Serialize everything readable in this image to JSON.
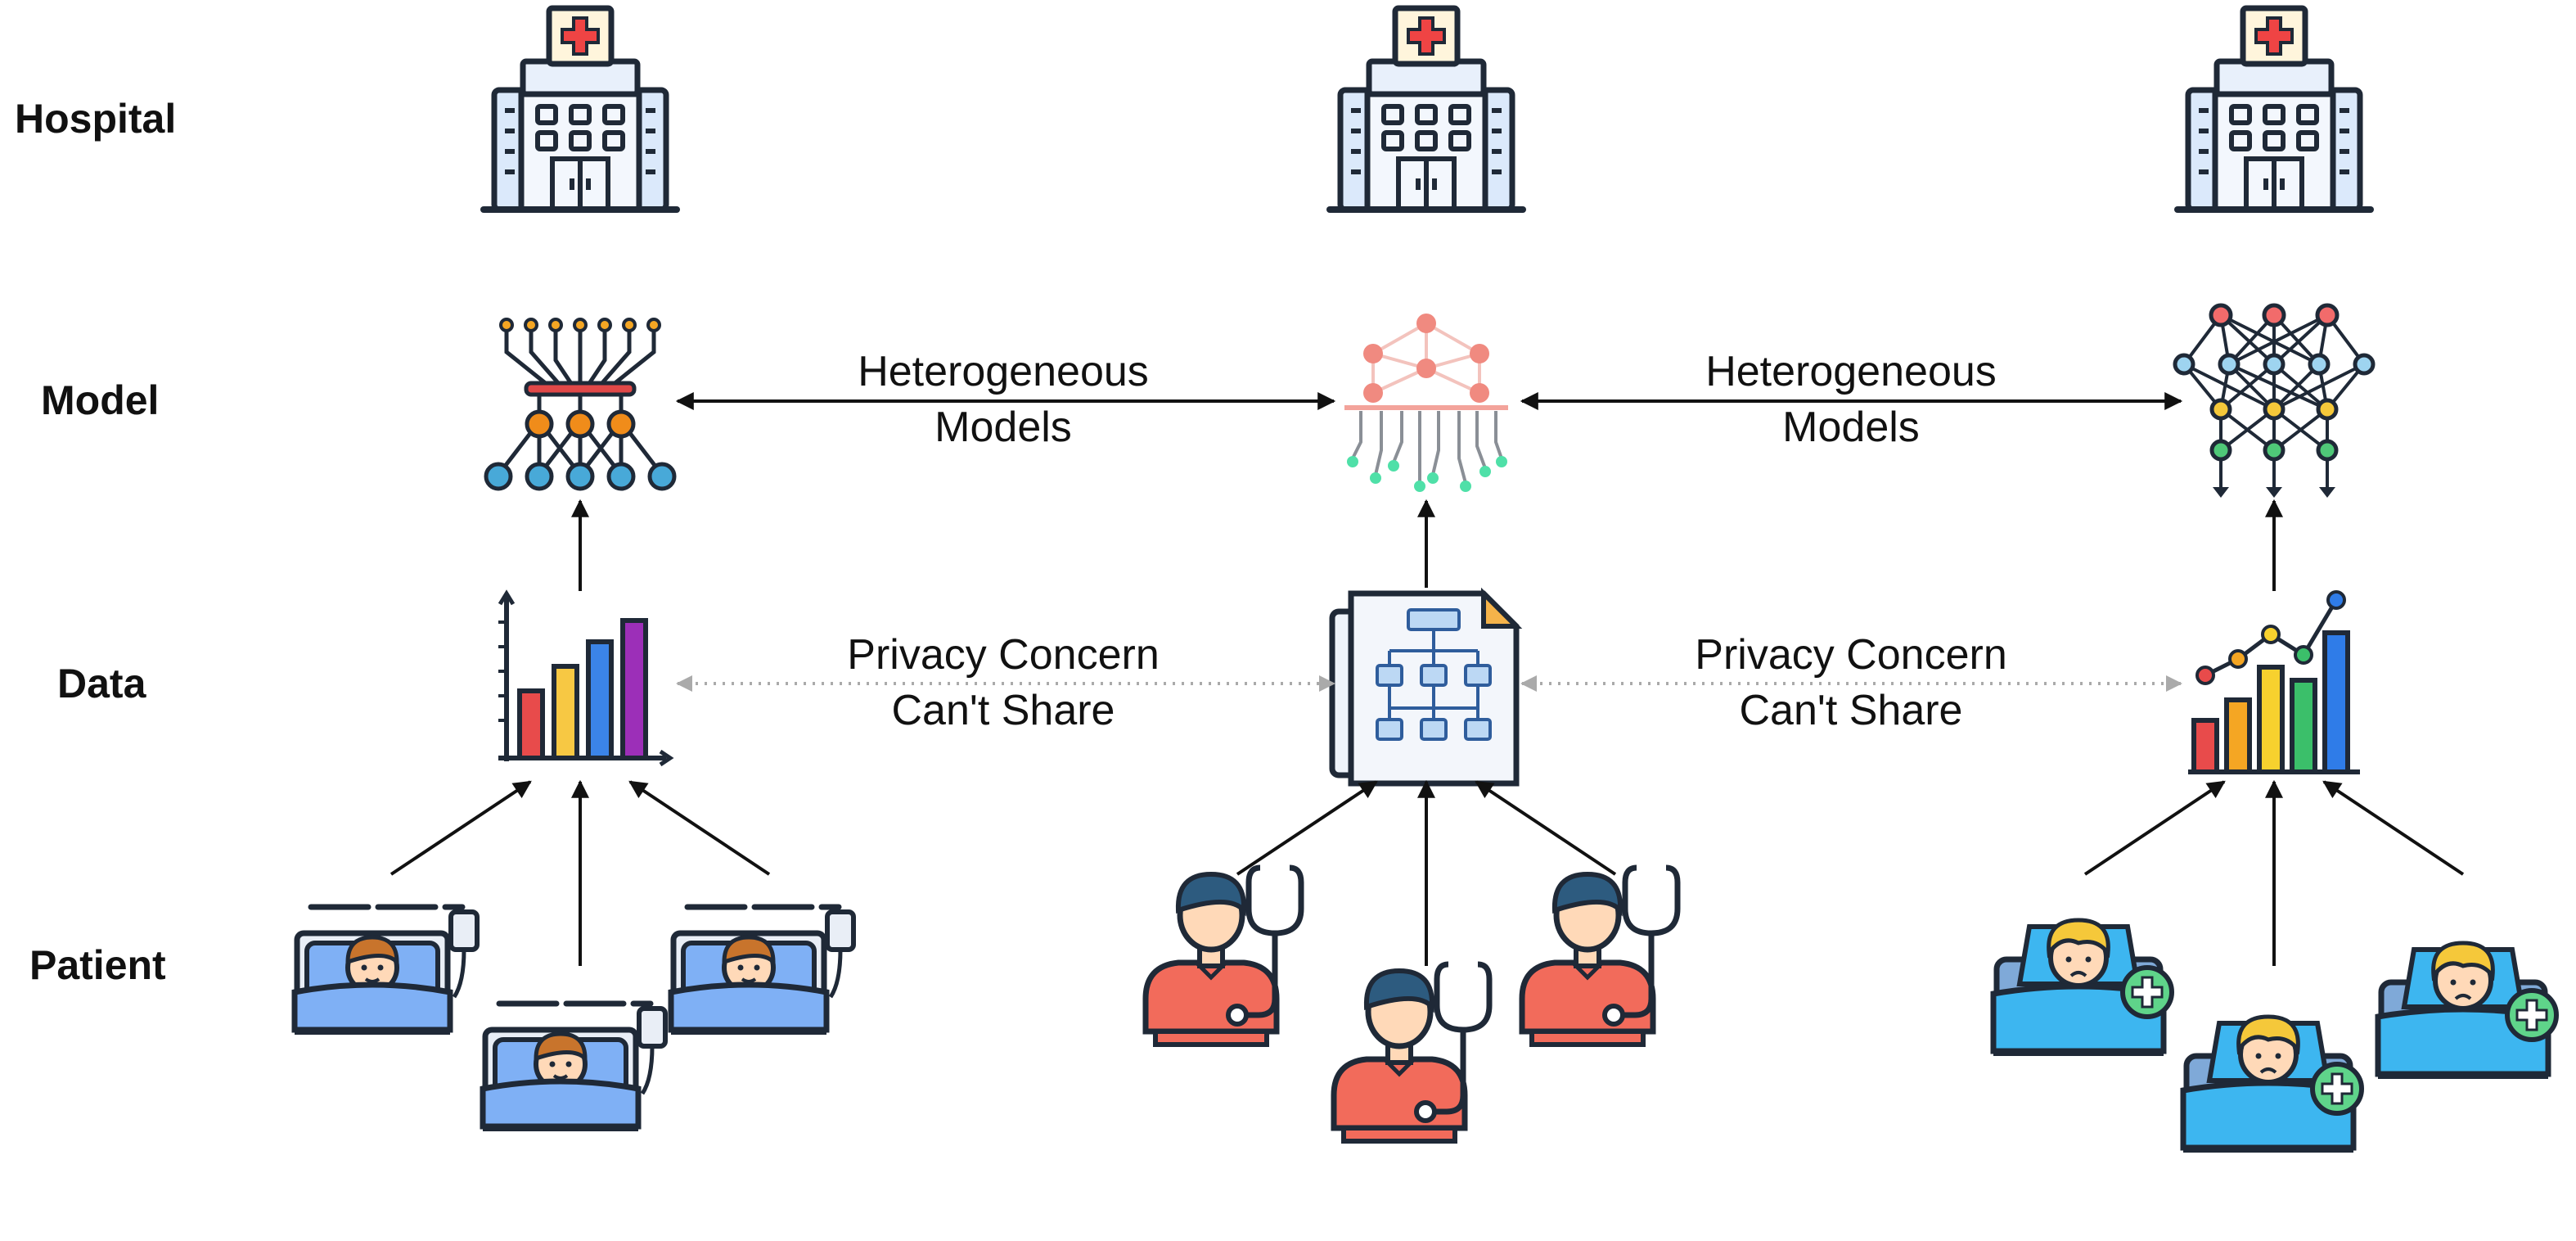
{
  "rows": {
    "hospital": "Hospital",
    "model": "Model",
    "data": "Data",
    "patient": "Patient"
  },
  "links": {
    "models": {
      "line1": "Heterogeneous",
      "line2": "Models"
    },
    "privacy": {
      "line1": "Privacy Concern",
      "line2": "Can't Share"
    }
  },
  "colors": {
    "arrow": "#111111",
    "dotted_arrow": "#aaaaaa",
    "outline": "#1f2937",
    "hospital_fill": "#dbe9fb",
    "cross_red": "#ef4444",
    "bed_blue": "#7fb0f5",
    "bed_cyan": "#3db6f0",
    "doctor_red": "#f26b5b",
    "hair_navy": "#2d5b7f",
    "skin": "#ffd9b8",
    "hair_blonde": "#f5c83a",
    "hair_brown": "#c8742c",
    "cross_green": "#5fd48a"
  },
  "icons": {
    "hospital": "hospital-building-icon",
    "model_1": "neural-chip-icon",
    "model_2": "network-circuit-icon",
    "model_3": "neural-network-icon",
    "data_1": "bar-chart-icon",
    "data_2": "flowchart-document-icon",
    "data_3": "bar-line-chart-icon",
    "patient_1": "patient-in-bed-icon",
    "patient_2": "doctor-stethoscope-icon",
    "patient_3": "sick-patient-icon"
  }
}
